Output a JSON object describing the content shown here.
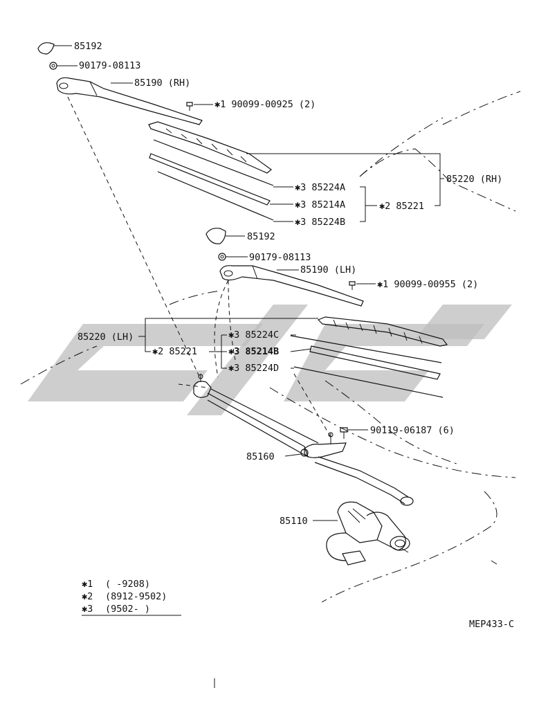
{
  "diagram": {
    "code": "MEP433-C",
    "watermark_color": "#bdbdbd",
    "labels": {
      "cap_top": "85192",
      "nut_top": "90179-08113",
      "arm_rh": "85190 (RH)",
      "screw_rh": "✱1  90099-00925 (2)",
      "blade_rh": "85220 (RH)",
      "rubber_a": "✱3  85224A",
      "strip_a": "✱3  85214A",
      "rubber_b": "✱3  85224B",
      "blade_sub_rh": "✱2  85221",
      "cap_mid": "85192",
      "nut_mid": "90179-08113",
      "arm_lh": "85190 (LH)",
      "screw_lh": "✱1  90099-00955 (2)",
      "blade_lh": "85220 (LH)",
      "blade_sub_lh": "✱2  85221",
      "rubber_c": "✱3  85224C",
      "strip_b": "✱3  85214B",
      "rubber_d": "✱3  85224D",
      "bolt": "90119-06187 (6)",
      "link": "85160",
      "motor": "85110"
    },
    "legend": [
      {
        "mark": "✱1",
        "range": "(      -9208)"
      },
      {
        "mark": "✱2",
        "range": "(8912-9502)"
      },
      {
        "mark": "✱3",
        "range": "(9502-      )"
      }
    ]
  }
}
